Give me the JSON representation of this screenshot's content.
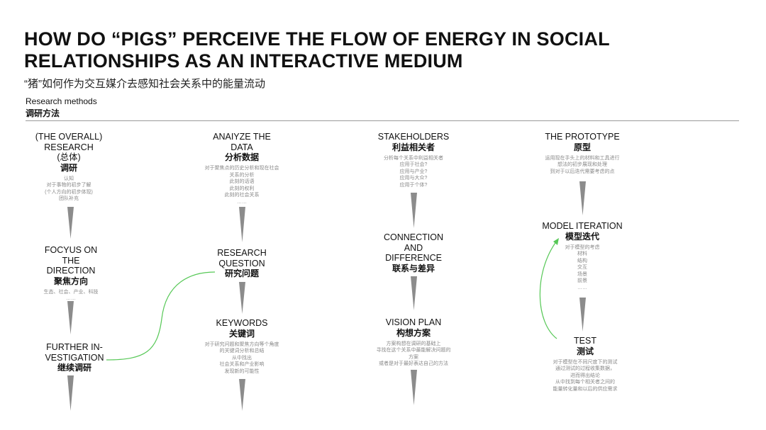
{
  "title": "HOW DO “PIGS” PERCEIVE THE FLOW OF ENERGY IN SOCIAL RELATIONSHIPS AS AN INTERACTIVE MEDIUM",
  "subtitle": "“猪”如何作为交互媒介去感知社会关系中的能量流动",
  "section": {
    "en": "Research methods",
    "cn": "调研方法"
  },
  "colors": {
    "connector": "#57c857",
    "wedge": "#8c8c8c",
    "rule": "#999999"
  },
  "columns": [
    {
      "nodes": [
        {
          "en": "(THE OVERALL)\nRESEARCH\n(总体)",
          "cn": "调研",
          "desc": "认知\n对于事物的初步了解\n(个人方向的初步体现)\n团队补充"
        },
        {
          "en": "FOCYUS ON\nTHE\nDIRECTION",
          "cn": "聚焦方向",
          "desc": "生态、社会、产业、科技\n……"
        },
        {
          "en": "FURTHER IN-\nVESTIGATION",
          "cn": "继续调研",
          "desc": ""
        }
      ]
    },
    {
      "nodes": [
        {
          "en": "ANAIYZE THE\nDATA",
          "cn": "分析数据",
          "desc": "对于聚焦点的历史分析和现在社会\n关系的分析\n此刻的话语\n此刻的权利\n此刻的社会关系\n……"
        },
        {
          "en": "RESEARCH\nQUESTION",
          "cn": "研究问题",
          "desc": ""
        },
        {
          "en": "KEYWORDS",
          "cn": "关键词",
          "desc": "对于研究问题和聚焦方向等个角度\n的关键词分析和总结\n从中找出\n社会关系和产业影响\n发现新的可能性"
        }
      ]
    },
    {
      "nodes": [
        {
          "en": "STAKEHOLDERS",
          "cn": "利益相关者",
          "desc": "分析每个关系中利益相关者\n应用于社会?\n应用与产业?\n应用与大众?\n应用于个体?"
        },
        {
          "en": "CONNECTION\nAND\nDIFFERENCE",
          "cn": "联系与差异",
          "desc": ""
        },
        {
          "en": "VISION PLAN",
          "cn": "构想方案",
          "desc": "方案构想在调研的基础上\n寻找在这个关系中最能解决问题的\n方案\n或者是对于最好表达自己的方法"
        }
      ]
    },
    {
      "nodes": [
        {
          "en": "THE PROTOTYPE",
          "cn": "原型",
          "desc": "运用现在手头上的材料和工具进行\n想法的初步展现和处理\n到对于以后迭代需要考虑的点"
        },
        {
          "en": "MODEL ITERATION",
          "cn": "模型迭代",
          "desc": "对于模型的考虑\n材料\n结构\n交互\n场景\n前景\n……"
        },
        {
          "en": "TEST",
          "cn": "测试",
          "desc": "对于模型在不同尺度下的测试\n通过测试的过程收集数据，\n进而得出结论\n从中找到每个相关者之间的\n能量转化量和以后的供应需求"
        }
      ]
    }
  ]
}
